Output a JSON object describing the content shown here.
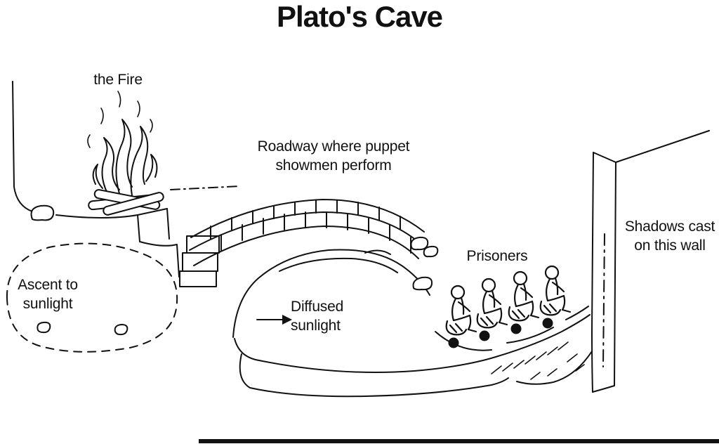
{
  "title": "Plato's Cave",
  "labels": {
    "fire": "the Fire",
    "roadway": {
      "line1": "Roadway where puppet",
      "line2": "showmen perform"
    },
    "ascent": {
      "line1": "Ascent to",
      "line2": "sunlight"
    },
    "diffused": {
      "line1": "Diffused",
      "line2": "sunlight"
    },
    "prisoners": "Prisoners",
    "shadows": {
      "line1": "Shadows cast",
      "line2": "on this wall"
    }
  },
  "icons": {
    "diffused_arrow": "right-arrow"
  },
  "colors": {
    "ink": "#111111",
    "background": "#ffffff"
  }
}
